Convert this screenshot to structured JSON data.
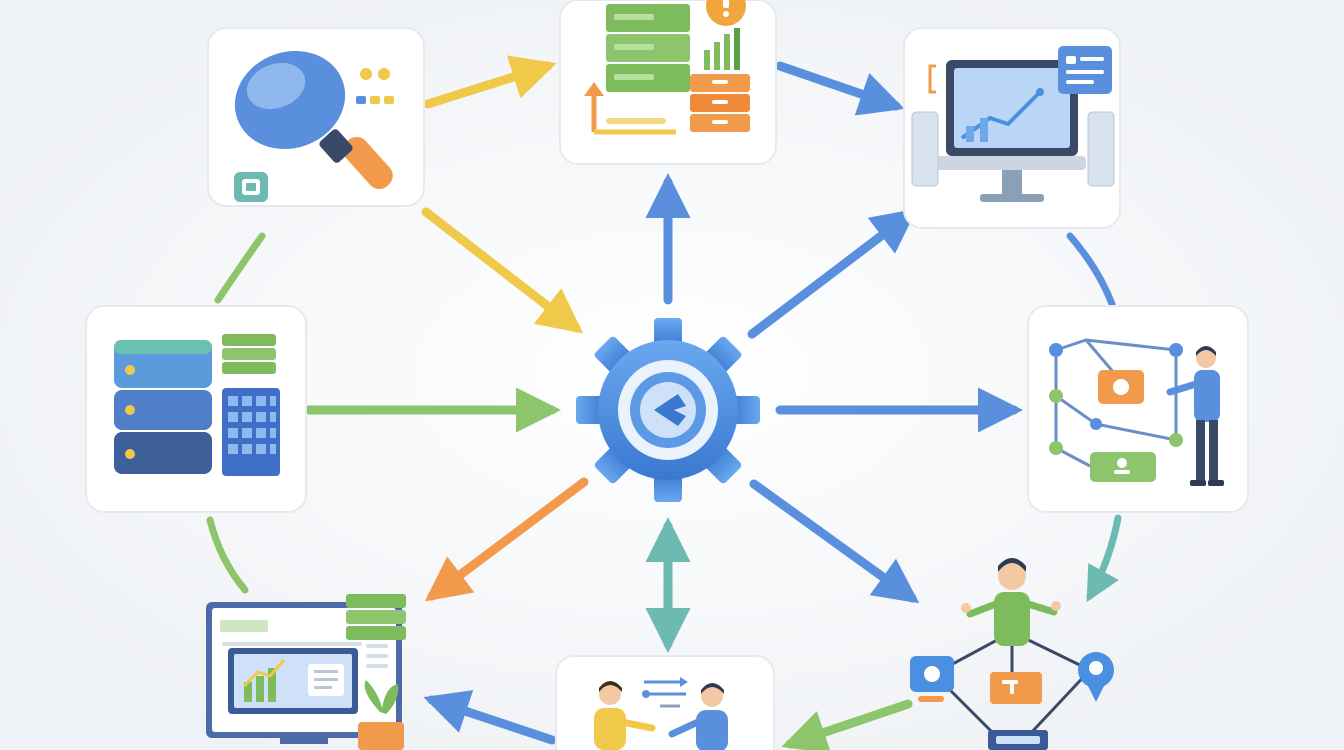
{
  "diagram": {
    "hub": {
      "icon": "gear-icon",
      "color": "#4a8fe0"
    },
    "nodes": [
      {
        "id": "data-collection",
        "icon": "magnifier-icon"
      },
      {
        "id": "data-storage-ranking",
        "icon": "stacked-servers-icon"
      },
      {
        "id": "analytics-monitor",
        "icon": "monitor-chart-icon"
      },
      {
        "id": "database-grid",
        "icon": "database-icon"
      },
      {
        "id": "workflow-network",
        "icon": "network-person-icon"
      },
      {
        "id": "dashboard-report",
        "icon": "dashboard-plant-icon"
      },
      {
        "id": "team-collaboration",
        "icon": "people-talking-icon"
      },
      {
        "id": "user-network",
        "icon": "person-network-icon"
      }
    ],
    "colors": {
      "yellow": "#f0c94a",
      "blue": "#5a8fde",
      "green": "#8cc56c",
      "orange": "#f29a4c",
      "teal": "#6cbab2",
      "card": "#ffffff",
      "card_border": "#e6eaef"
    }
  }
}
